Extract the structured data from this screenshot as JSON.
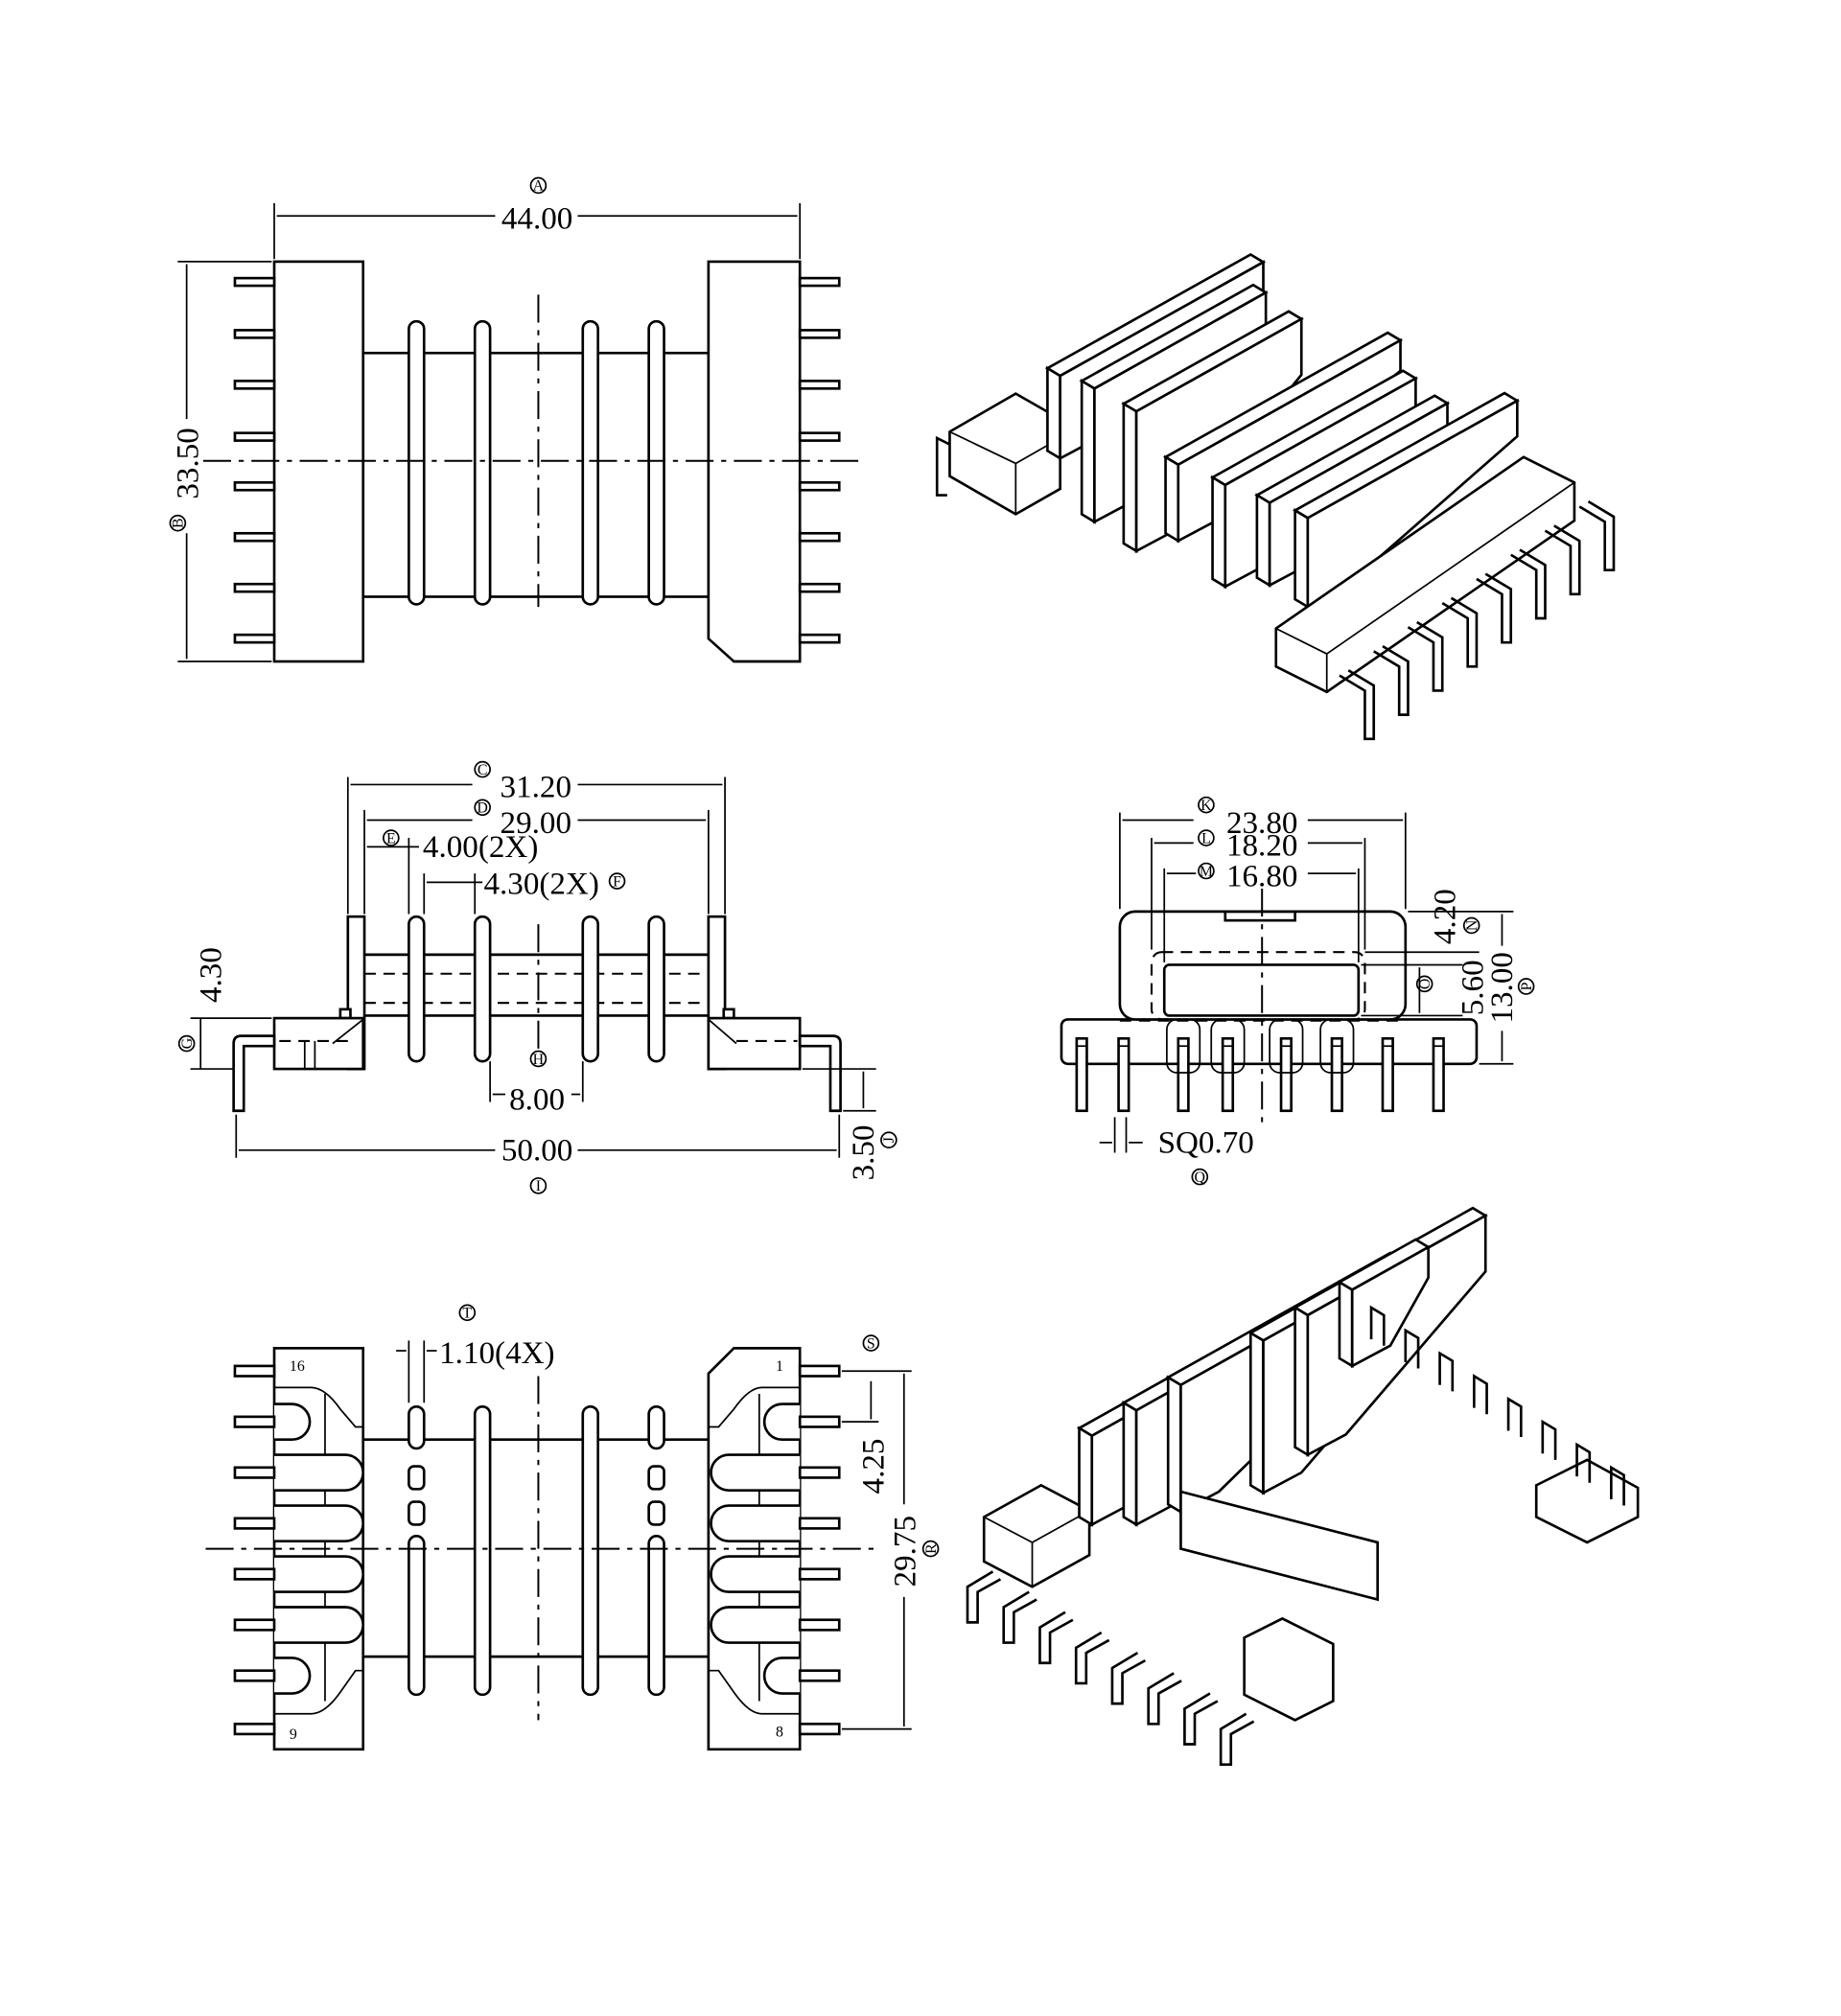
{
  "drawing": {
    "top_view": {
      "overall_length": {
        "tag": "A",
        "value": "44.00"
      },
      "overall_height": {
        "tag": "B",
        "value": "33.50"
      }
    },
    "side_view": {
      "flange_outer": {
        "tag": "C",
        "value": "31.20"
      },
      "flange_inner": {
        "tag": "D",
        "value": "29.00"
      },
      "section_a": {
        "tag": "E",
        "value": "4.00(2X)"
      },
      "section_b": {
        "tag": "F",
        "value": "4.30(2X)"
      },
      "base_height": {
        "tag": "G",
        "value": "4.30"
      },
      "center_gap": {
        "tag": "H",
        "value": "8.00"
      },
      "pin_span": {
        "tag": "I",
        "value": "50.00"
      },
      "pin_length": {
        "tag": "J",
        "value": "3.50"
      }
    },
    "end_view": {
      "flange_width": {
        "tag": "K",
        "value": "23.80"
      },
      "window_outer": {
        "tag": "L",
        "value": "18.20"
      },
      "window_inner": {
        "tag": "M",
        "value": "16.80"
      },
      "top_offset": {
        "tag": "N",
        "value": "4.20"
      },
      "window_height": {
        "tag": "O",
        "value": "5.60"
      },
      "total_height": {
        "tag": "P",
        "value": "13.00"
      },
      "pin_size": {
        "tag": "Q",
        "value": "SQ0.70"
      }
    },
    "bottom_view": {
      "pin_pitch": {
        "tag": "S",
        "value": "4.25"
      },
      "pin_row_span": {
        "tag": "R",
        "value": "29.75"
      },
      "fin_width": {
        "tag": "T",
        "value": "1.10(4X)"
      },
      "pin_numbers": {
        "top_left": "16",
        "top_right": "1",
        "bottom_left": "9",
        "bottom_right": "8"
      }
    }
  }
}
